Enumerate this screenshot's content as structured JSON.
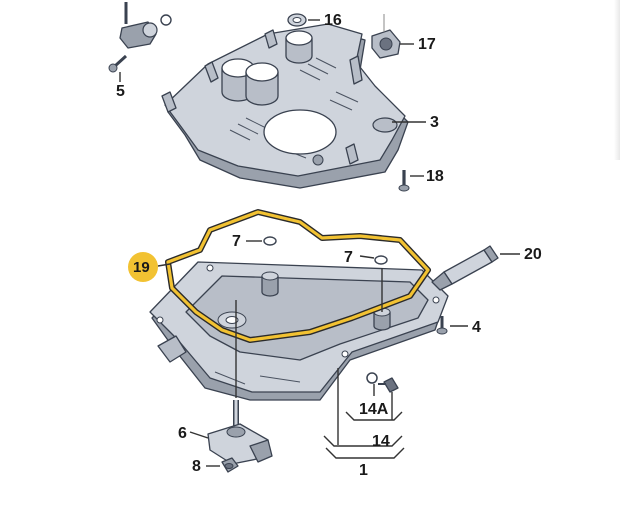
{
  "labels": {
    "p5": "5",
    "p16": "16",
    "p17": "17",
    "p3": "3",
    "p18": "18",
    "p19": "19",
    "p7a": "7",
    "p7b": "7",
    "p20": "20",
    "p4": "4",
    "p14a": "14A",
    "p14": "14",
    "p6": "6",
    "p8": "8",
    "p1": "1"
  },
  "colors": {
    "part_fill": "#cfd4dc",
    "part_shadow": "#9aa1ac",
    "part_dark": "#6b7280",
    "gasket": "#f2c232",
    "gasket_outline": "#2a2a2a",
    "highlight_badge": "#f2c232"
  }
}
